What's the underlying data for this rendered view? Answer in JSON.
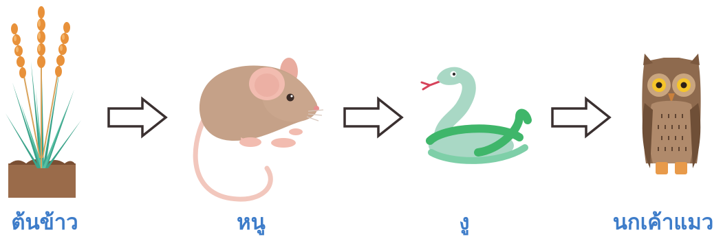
{
  "chain": [
    {
      "id": "rice",
      "label": "ต้นข้าว",
      "icon": "rice-plant-icon"
    },
    {
      "id": "mouse",
      "label": "หนู",
      "icon": "mouse-icon"
    },
    {
      "id": "snake",
      "label": "งู",
      "icon": "snake-icon"
    },
    {
      "id": "owl",
      "label": "นกเค้าแมว",
      "icon": "owl-icon"
    }
  ],
  "arrow_icon": "right-arrow-icon",
  "colors": {
    "label": "#3d7cc9",
    "arrow_outline": "#3a3030",
    "rice_grain": "#e8913a",
    "rice_leaf": "#3aa38a",
    "soil": "#9a6b4a",
    "mouse_body": "#c5a188",
    "mouse_ear": "#f2bcb0",
    "snake_body": "#a9d8c5",
    "snake_band": "#3fb66a",
    "owl_body": "#8e6a4e",
    "owl_eye": "#f5c52a"
  }
}
